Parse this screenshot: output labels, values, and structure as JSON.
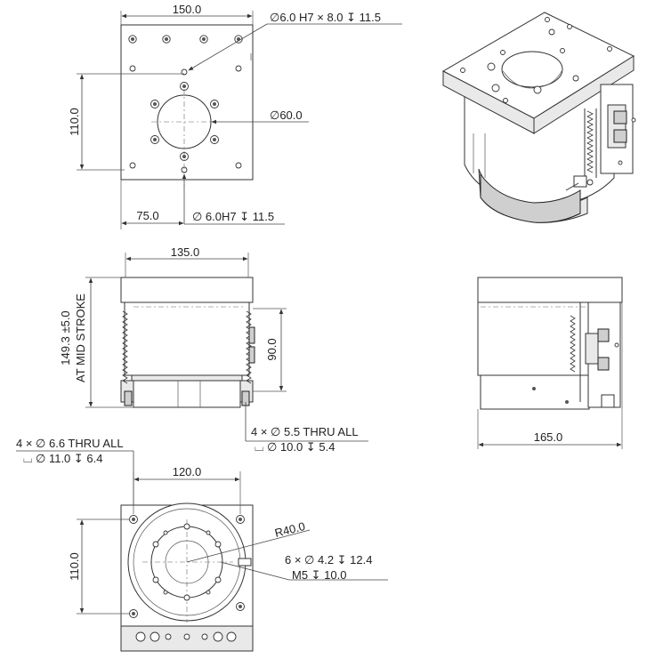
{
  "dimensions": {
    "top_width": "150.0",
    "top_height": "110.0",
    "top_hole_callout": "∅6.0 H7 × 8.0 ↧ 11.5",
    "center_bore": "∅60.0",
    "offset_x": "75.0",
    "bottom_hole_callout": "∅ 6.0H7 ↧ 11.5",
    "front_width": "135.0",
    "front_height_line1": "149.3 ±5.0",
    "front_height_line2": "AT MID STROKE",
    "front_inner_height": "90.0",
    "thru_hole_line1": "4 × ∅ 5.5 THRU ALL",
    "thru_hole_line2": "⌴ ∅ 10.0 ↧ 5.4",
    "base_hole_line1": "4 × ∅ 6.6 THRU ALL",
    "base_hole_line2": "⌴ ∅ 11.0 ↧ 6.4",
    "side_width": "165.0",
    "bottom_width": "120.0",
    "bottom_height": "110.0",
    "radius": "R40.0",
    "pattern_line1": "6 × ∅ 4.2 ↧ 12.4",
    "pattern_line2": "M5 ↧ 10.0"
  }
}
